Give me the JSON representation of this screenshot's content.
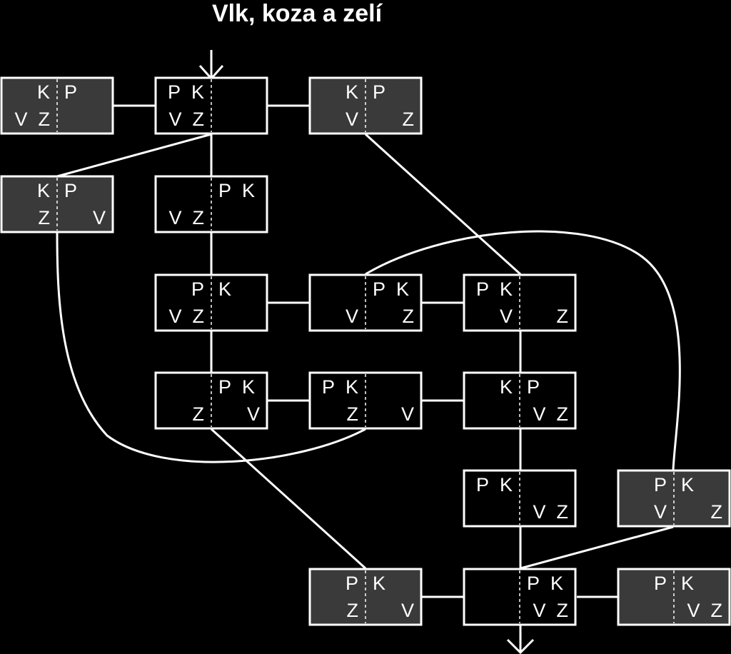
{
  "title": "Vlk, koza a zelí",
  "colors": {
    "background": "#000000",
    "line": "#ffffff",
    "safe_state": "#000000",
    "unsafe_state": "#3a3a3a"
  },
  "states": [
    {
      "id": "s00",
      "safe": false,
      "left_top": "K",
      "left_bottom": "V Z",
      "right_top": "P",
      "right_bottom": ""
    },
    {
      "id": "s01",
      "safe": true,
      "left_top": "P K",
      "left_bottom": "V Z",
      "right_top": "",
      "right_bottom": ""
    },
    {
      "id": "s02",
      "safe": false,
      "left_top": "K",
      "left_bottom": "V",
      "right_top": "P",
      "right_bottom": "Z"
    },
    {
      "id": "s10",
      "safe": false,
      "left_top": "K",
      "left_bottom": "Z",
      "right_top": "P",
      "right_bottom": "V"
    },
    {
      "id": "s11",
      "safe": true,
      "left_top": "",
      "left_bottom": "V Z",
      "right_top": "P K",
      "right_bottom": ""
    },
    {
      "id": "s21",
      "safe": true,
      "left_top": "P",
      "left_bottom": "V Z",
      "right_top": "K",
      "right_bottom": ""
    },
    {
      "id": "s22",
      "safe": true,
      "left_top": "",
      "left_bottom": "V",
      "right_top": "P K",
      "right_bottom": "Z"
    },
    {
      "id": "s23",
      "safe": true,
      "left_top": "P K",
      "left_bottom": "V",
      "right_top": "",
      "right_bottom": "Z"
    },
    {
      "id": "s31",
      "safe": true,
      "left_top": "",
      "left_bottom": "Z",
      "right_top": "P K",
      "right_bottom": "V"
    },
    {
      "id": "s32",
      "safe": true,
      "left_top": "P K",
      "left_bottom": "Z",
      "right_top": "",
      "right_bottom": "V"
    },
    {
      "id": "s33",
      "safe": true,
      "left_top": "K",
      "left_bottom": "",
      "right_top": "P",
      "right_bottom": "V Z"
    },
    {
      "id": "s43",
      "safe": true,
      "left_top": "P K",
      "left_bottom": "",
      "right_top": "",
      "right_bottom": "V Z"
    },
    {
      "id": "s44",
      "safe": false,
      "left_top": "P",
      "left_bottom": "V",
      "right_top": "K",
      "right_bottom": "Z"
    },
    {
      "id": "s52",
      "safe": false,
      "left_top": "P",
      "left_bottom": "Z",
      "right_top": "K",
      "right_bottom": "V"
    },
    {
      "id": "s53",
      "safe": true,
      "left_top": "",
      "left_bottom": "",
      "right_top": "P K",
      "right_bottom": "V Z"
    },
    {
      "id": "s54",
      "safe": false,
      "left_top": "P",
      "left_bottom": "",
      "right_top": "K",
      "right_bottom": "V Z"
    }
  ]
}
